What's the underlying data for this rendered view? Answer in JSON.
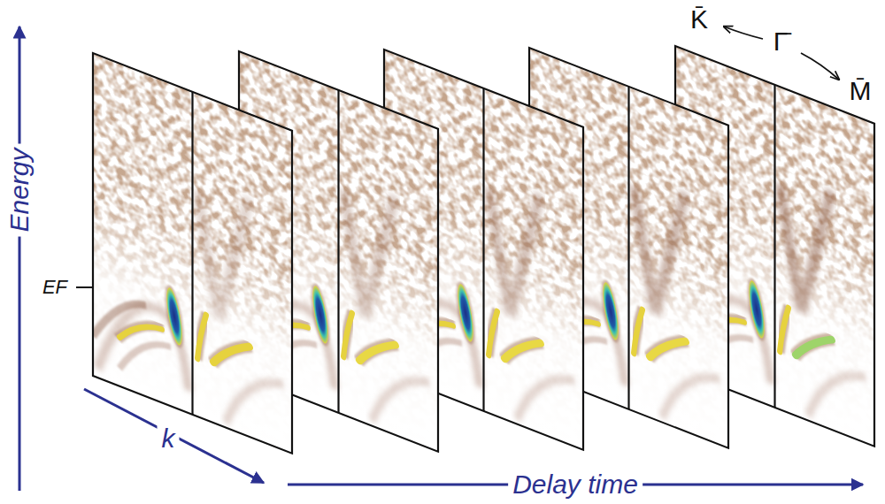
{
  "diagram": {
    "labels": [
      "K̄",
      "Γ̄",
      "M̄",
      "Energy",
      "EF",
      "k",
      "Delay time"
    ]
  }
}
